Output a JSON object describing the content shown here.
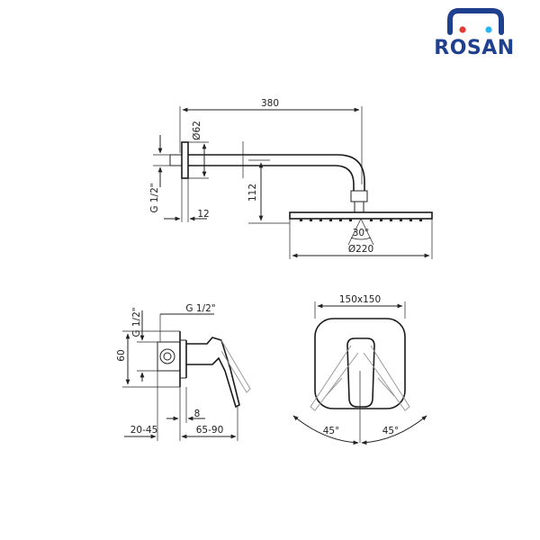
{
  "brand": {
    "name": "ROSAN",
    "colors": {
      "blue": "#1f3f8f",
      "red": "#e53935",
      "cyan": "#29b6f6"
    }
  },
  "shower_head": {
    "arm_length": "380",
    "flange_diameter": "Ø62",
    "thread": "G 1/2\"",
    "flange_offset": "12",
    "drop_height": "112",
    "spray_angle": "30°",
    "head_diameter": "Ø220"
  },
  "mixer_side": {
    "thread": "G 1/2\"",
    "thread_vertical": "G 1/2\"",
    "height": "60",
    "plate_thickness": "8",
    "depth_range": "20-45",
    "handle_range": "65-90"
  },
  "mixer_front": {
    "plate_size": "150x150",
    "angle_left": "45°",
    "angle_right": "45°"
  }
}
